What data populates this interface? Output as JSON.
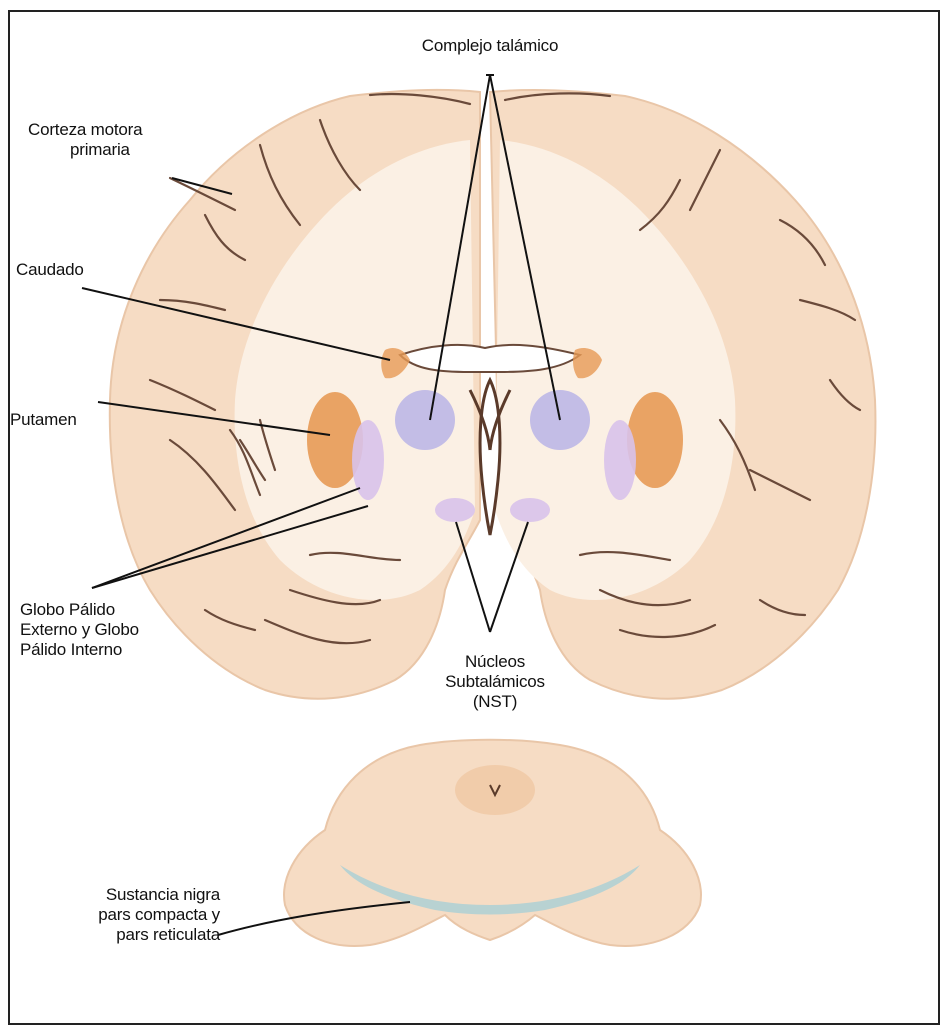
{
  "labels": {
    "thalamic_complex": "Complejo talámico",
    "motor_cortex": [
      "Corteza motora",
      "primaria"
    ],
    "caudate": "Caudado",
    "putamen": "Putamen",
    "globus_pallidus": [
      "Globo Pálido",
      "Externo y Globo",
      "Pálido Interno"
    ],
    "subthalamic_nuclei": [
      "Núcleos",
      "Subtalámicos",
      "(NST)"
    ],
    "substantia_nigra": [
      "Sustancia nigra",
      "pars compacta y",
      "pars reticulata"
    ]
  },
  "colors": {
    "tissue": "#f6dcc4",
    "white_matter": "#fbf0e4",
    "sulcus": "#6a4a3a",
    "caudate_putamen": "#e79a55",
    "thalamus": "#b8b4e6",
    "pallidus": "#d8c2ea",
    "nigra": "#a9cfd6",
    "line": "#111111"
  }
}
